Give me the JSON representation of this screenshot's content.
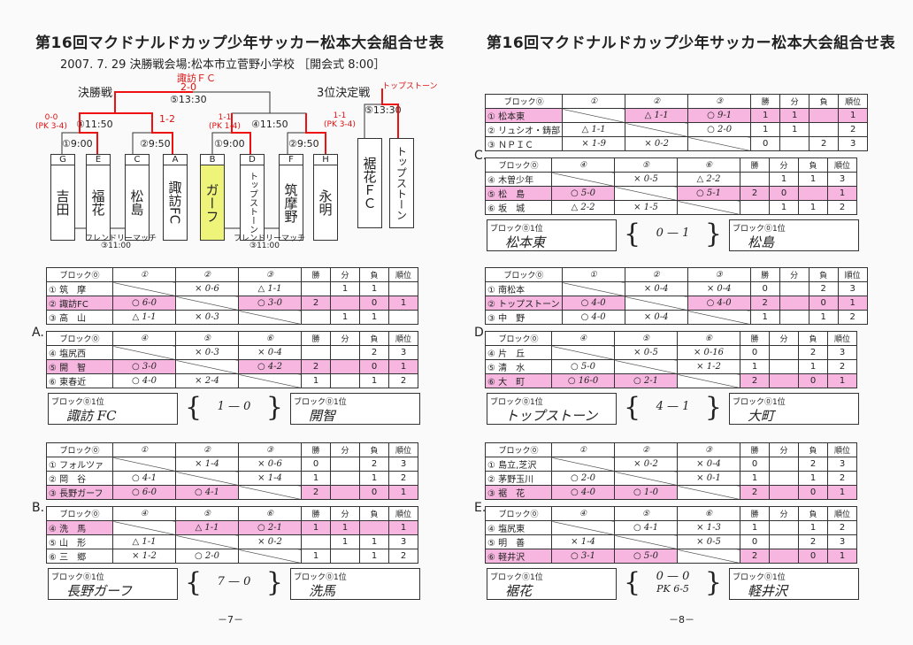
{
  "left_page": {
    "title": "第16回マクドナルドカップ少年サッカー松本大会組合せ表",
    "subtitle": "2007. 7. 29 決勝戦会場:松本市立菅野小学校 ［開会式 8:00］",
    "final_label": "決勝戦",
    "third_label": "3位決定戦",
    "winner_note": "諏訪ＦＣ",
    "final_score": "2-0",
    "final_time": "⑤13:30",
    "third_team_note": "トップストーン",
    "third_time": "⑤13:30",
    "semi_left_time": "④11:50",
    "semi_right_time": "④11:50",
    "semi_left_score": "1-2",
    "r1_scores": [
      "0-0\n(PK 3-4)",
      "1-1\n(PK 1-4)",
      "1-1\n(PK 3-4)"
    ],
    "r1_times": [
      "①9:00",
      "②9:50",
      "①9:00",
      "②9:50"
    ],
    "teams": [
      {
        "letter": "G",
        "name": "吉田"
      },
      {
        "letter": "E",
        "name": "福花"
      },
      {
        "letter": "C",
        "name": "松島"
      },
      {
        "letter": "A",
        "name": "諏訪FC"
      },
      {
        "letter": "B",
        "name": "ガーフ"
      },
      {
        "letter": "D",
        "name": "トップストーン"
      },
      {
        "letter": "F",
        "name": "筑摩野"
      },
      {
        "letter": "H",
        "name": "永明"
      }
    ],
    "third_teams": [
      "裾花ＦＣ",
      "トップストーン"
    ],
    "friendly": [
      {
        "label": "フレンドリーマッチ",
        "time": "③11:00"
      },
      {
        "label": "フレンドリーマッチ",
        "time": "③11:00"
      }
    ],
    "page_number": "－7－"
  },
  "right_page": {
    "title": "第16回マクドナルドカップ少年サッカー松本大会組合せ表",
    "page_number": "－8－"
  },
  "headers": {
    "wins": "勝",
    "draws": "分",
    "losses": "負",
    "rank": "順位"
  },
  "sections": [
    {
      "letter": "A.",
      "blocks": [
        {
          "label": "ブロック⓪",
          "cols": [
            "①",
            "②",
            "③"
          ],
          "rows": [
            {
              "name": "① 筑　摩",
              "scores": [
                "",
                "× 0-6",
                "△ 1-1"
              ],
              "w": "",
              "d": "1",
              "l": "1",
              "r": "",
              "pink": false
            },
            {
              "name": "② 諏訪FC",
              "scores": [
                "○ 6-0",
                "",
                "○ 3-0"
              ],
              "w": "2",
              "d": "",
              "l": "0",
              "r": "1",
              "pink": true
            },
            {
              "name": "③ 高　山",
              "scores": [
                "△ 1-1",
                "× 0-3",
                ""
              ],
              "w": "",
              "d": "1",
              "l": "1",
              "r": "",
              "pink": false
            }
          ]
        },
        {
          "label": "ブロック⓪",
          "cols": [
            "④",
            "⑤",
            "⑥"
          ],
          "rows": [
            {
              "name": "④ 塩尻西",
              "scores": [
                "",
                "× 0-3",
                "× 0-4"
              ],
              "w": "",
              "d": "",
              "l": "2",
              "r": "3",
              "pink": false
            },
            {
              "name": "⑤ 開　智",
              "scores": [
                "○ 3-0",
                "",
                "○ 4-2"
              ],
              "w": "2",
              "d": "",
              "l": "0",
              "r": "1",
              "pink": true
            },
            {
              "name": "⑥ 東春近",
              "scores": [
                "○ 4-0",
                "× 2-4",
                ""
              ],
              "w": "1",
              "d": "",
              "l": "1",
              "r": "2",
              "pink": false
            }
          ]
        }
      ],
      "winner_a": {
        "label": "ブロック⓪1位",
        "value": "諏訪 FC"
      },
      "final": {
        "score": "1 — 0",
        "sub": ""
      },
      "winner_b": {
        "label": "ブロック⓪1位",
        "value": "開智"
      }
    },
    {
      "letter": "B.",
      "blocks": [
        {
          "label": "ブロック⓪",
          "cols": [
            "①",
            "②",
            "③"
          ],
          "rows": [
            {
              "name": "① フォルツァ",
              "scores": [
                "",
                "× 1-4",
                "× 0-6"
              ],
              "w": "0",
              "d": "",
              "l": "2",
              "r": "3",
              "pink": false
            },
            {
              "name": "② 岡　谷",
              "scores": [
                "○ 4-1",
                "",
                "× 1-4"
              ],
              "w": "1",
              "d": "",
              "l": "1",
              "r": "2",
              "pink": false
            },
            {
              "name": "③ 長野ガーフ",
              "scores": [
                "○ 6-0",
                "○ 4-1",
                ""
              ],
              "w": "2",
              "d": "",
              "l": "0",
              "r": "1",
              "pink": true
            }
          ]
        },
        {
          "label": "ブロック⓪",
          "cols": [
            "④",
            "⑤",
            "⑥"
          ],
          "rows": [
            {
              "name": "④ 洗　馬",
              "scores": [
                "",
                "△ 1-1",
                "○ 2-1"
              ],
              "w": "1",
              "d": "1",
              "l": "",
              "r": "1",
              "pink": true
            },
            {
              "name": "⑤ 山　形",
              "scores": [
                "△ 1-1",
                "",
                "× 0-2"
              ],
              "w": "",
              "d": "1",
              "l": "1",
              "r": "3",
              "pink": false
            },
            {
              "name": "⑥ 三　郷",
              "scores": [
                "× 1-2",
                "○ 2-0",
                ""
              ],
              "w": "1",
              "d": "",
              "l": "1",
              "r": "2",
              "pink": false
            }
          ]
        }
      ],
      "winner_a": {
        "label": "ブロック⓪1位",
        "value": "長野ガーフ"
      },
      "final": {
        "score": "7 — 0",
        "sub": ""
      },
      "winner_b": {
        "label": "ブロック⓪1位",
        "value": "洗馬"
      }
    },
    {
      "letter": "C.",
      "blocks": [
        {
          "label": "ブロック⓪",
          "cols": [
            "①",
            "②",
            "③"
          ],
          "rows": [
            {
              "name": "① 松本東",
              "scores": [
                "",
                "△ 1-1",
                "○ 9-1"
              ],
              "w": "1",
              "d": "1",
              "l": "",
              "r": "1",
              "pink": true
            },
            {
              "name": "② リュシオ・鋳部",
              "scores": [
                "△ 1-1",
                "",
                "○ 2-0"
              ],
              "w": "1",
              "d": "1",
              "l": "",
              "r": "2",
              "pink": false
            },
            {
              "name": "③ ＮＰＩＣ",
              "scores": [
                "× 1-9",
                "× 0-2",
                ""
              ],
              "w": "0",
              "d": "",
              "l": "2",
              "r": "3",
              "pink": false
            }
          ]
        },
        {
          "label": "ブロック⓪",
          "cols": [
            "④",
            "⑤",
            "⑥"
          ],
          "rows": [
            {
              "name": "④ 木曽少年",
              "scores": [
                "",
                "× 0-5",
                "△ 2-2"
              ],
              "w": "",
              "d": "1",
              "l": "1",
              "r": "3",
              "pink": false
            },
            {
              "name": "⑤ 松　島",
              "scores": [
                "○ 5-0",
                "",
                "○ 5-1"
              ],
              "w": "2",
              "d": "0",
              "l": "",
              "r": "1",
              "pink": true
            },
            {
              "name": "⑥ 坂　城",
              "scores": [
                "△ 2-2",
                "× 1-5",
                ""
              ],
              "w": "",
              "d": "1",
              "l": "1",
              "r": "2",
              "pink": false
            }
          ]
        }
      ],
      "winner_a": {
        "label": "ブロック⓪1位",
        "value": "松本東"
      },
      "final": {
        "score": "0 — 1",
        "sub": ""
      },
      "winner_b": {
        "label": "ブロック⓪1位",
        "value": "松島"
      }
    },
    {
      "letter": "D.",
      "blocks": [
        {
          "label": "ブロック⓪",
          "cols": [
            "①",
            "②",
            "③"
          ],
          "rows": [
            {
              "name": "① 南松本",
              "scores": [
                "",
                "× 0-4",
                "× 0-4"
              ],
              "w": "0",
              "d": "",
              "l": "2",
              "r": "3",
              "pink": false
            },
            {
              "name": "② トップストーン",
              "scores": [
                "○ 4-0",
                "",
                "○ 4-0"
              ],
              "w": "2",
              "d": "",
              "l": "0",
              "r": "1",
              "pink": true
            },
            {
              "name": "③ 中　野",
              "scores": [
                "○ 4-0",
                "× 0-4",
                ""
              ],
              "w": "1",
              "d": "",
              "l": "1",
              "r": "2",
              "pink": false
            }
          ]
        },
        {
          "label": "ブロック⓪",
          "cols": [
            "④",
            "⑤",
            "⑥"
          ],
          "rows": [
            {
              "name": "④ 片　丘",
              "scores": [
                "",
                "× 0-5",
                "× 0-16"
              ],
              "w": "0",
              "d": "",
              "l": "2",
              "r": "3",
              "pink": false
            },
            {
              "name": "⑤ 清　水",
              "scores": [
                "○ 5-0",
                "",
                "× 1-2"
              ],
              "w": "1",
              "d": "",
              "l": "1",
              "r": "2",
              "pink": false
            },
            {
              "name": "⑥ 大　町",
              "scores": [
                "○ 16-0",
                "○ 2-1",
                ""
              ],
              "w": "2",
              "d": "",
              "l": "0",
              "r": "1",
              "pink": true
            }
          ]
        }
      ],
      "winner_a": {
        "label": "ブロック⓪1位",
        "value": "トップストーン"
      },
      "final": {
        "score": "4 — 1",
        "sub": ""
      },
      "winner_b": {
        "label": "ブロック⓪1位",
        "value": "大町"
      }
    },
    {
      "letter": "E.",
      "blocks": [
        {
          "label": "ブロック⓪",
          "cols": [
            "①",
            "②",
            "③"
          ],
          "rows": [
            {
              "name": "① 島立,芝沢",
              "scores": [
                "",
                "× 0-2",
                "× 0-4"
              ],
              "w": "0",
              "d": "",
              "l": "2",
              "r": "3",
              "pink": false
            },
            {
              "name": "② 茅野玉川",
              "scores": [
                "○ 2-0",
                "",
                "× 0-1"
              ],
              "w": "1",
              "d": "",
              "l": "1",
              "r": "2",
              "pink": false
            },
            {
              "name": "③ 裾　花",
              "scores": [
                "○ 4-0",
                "○ 1-0",
                ""
              ],
              "w": "2",
              "d": "",
              "l": "0",
              "r": "1",
              "pink": true
            }
          ]
        },
        {
          "label": "ブロック⓪",
          "cols": [
            "④",
            "⑤",
            "⑥"
          ],
          "rows": [
            {
              "name": "④ 塩尻東",
              "scores": [
                "",
                "○ 4-1",
                "× 1-3"
              ],
              "w": "1",
              "d": "",
              "l": "1",
              "r": "2",
              "pink": false
            },
            {
              "name": "⑤ 明　善",
              "scores": [
                "× 1-4",
                "",
                "× 0-5"
              ],
              "w": "0",
              "d": "",
              "l": "2",
              "r": "3",
              "pink": false
            },
            {
              "name": "⑥ 軽井沢",
              "scores": [
                "○ 3-1",
                "○ 5-0",
                ""
              ],
              "w": "2",
              "d": "",
              "l": "0",
              "r": "1",
              "pink": true
            }
          ]
        }
      ],
      "winner_a": {
        "label": "ブロック⓪1位",
        "value": "裾花"
      },
      "final": {
        "score": "0 — 0",
        "sub": "PK 6-5"
      },
      "winner_b": {
        "label": "ブロック⓪1位",
        "value": "軽井沢"
      }
    }
  ]
}
